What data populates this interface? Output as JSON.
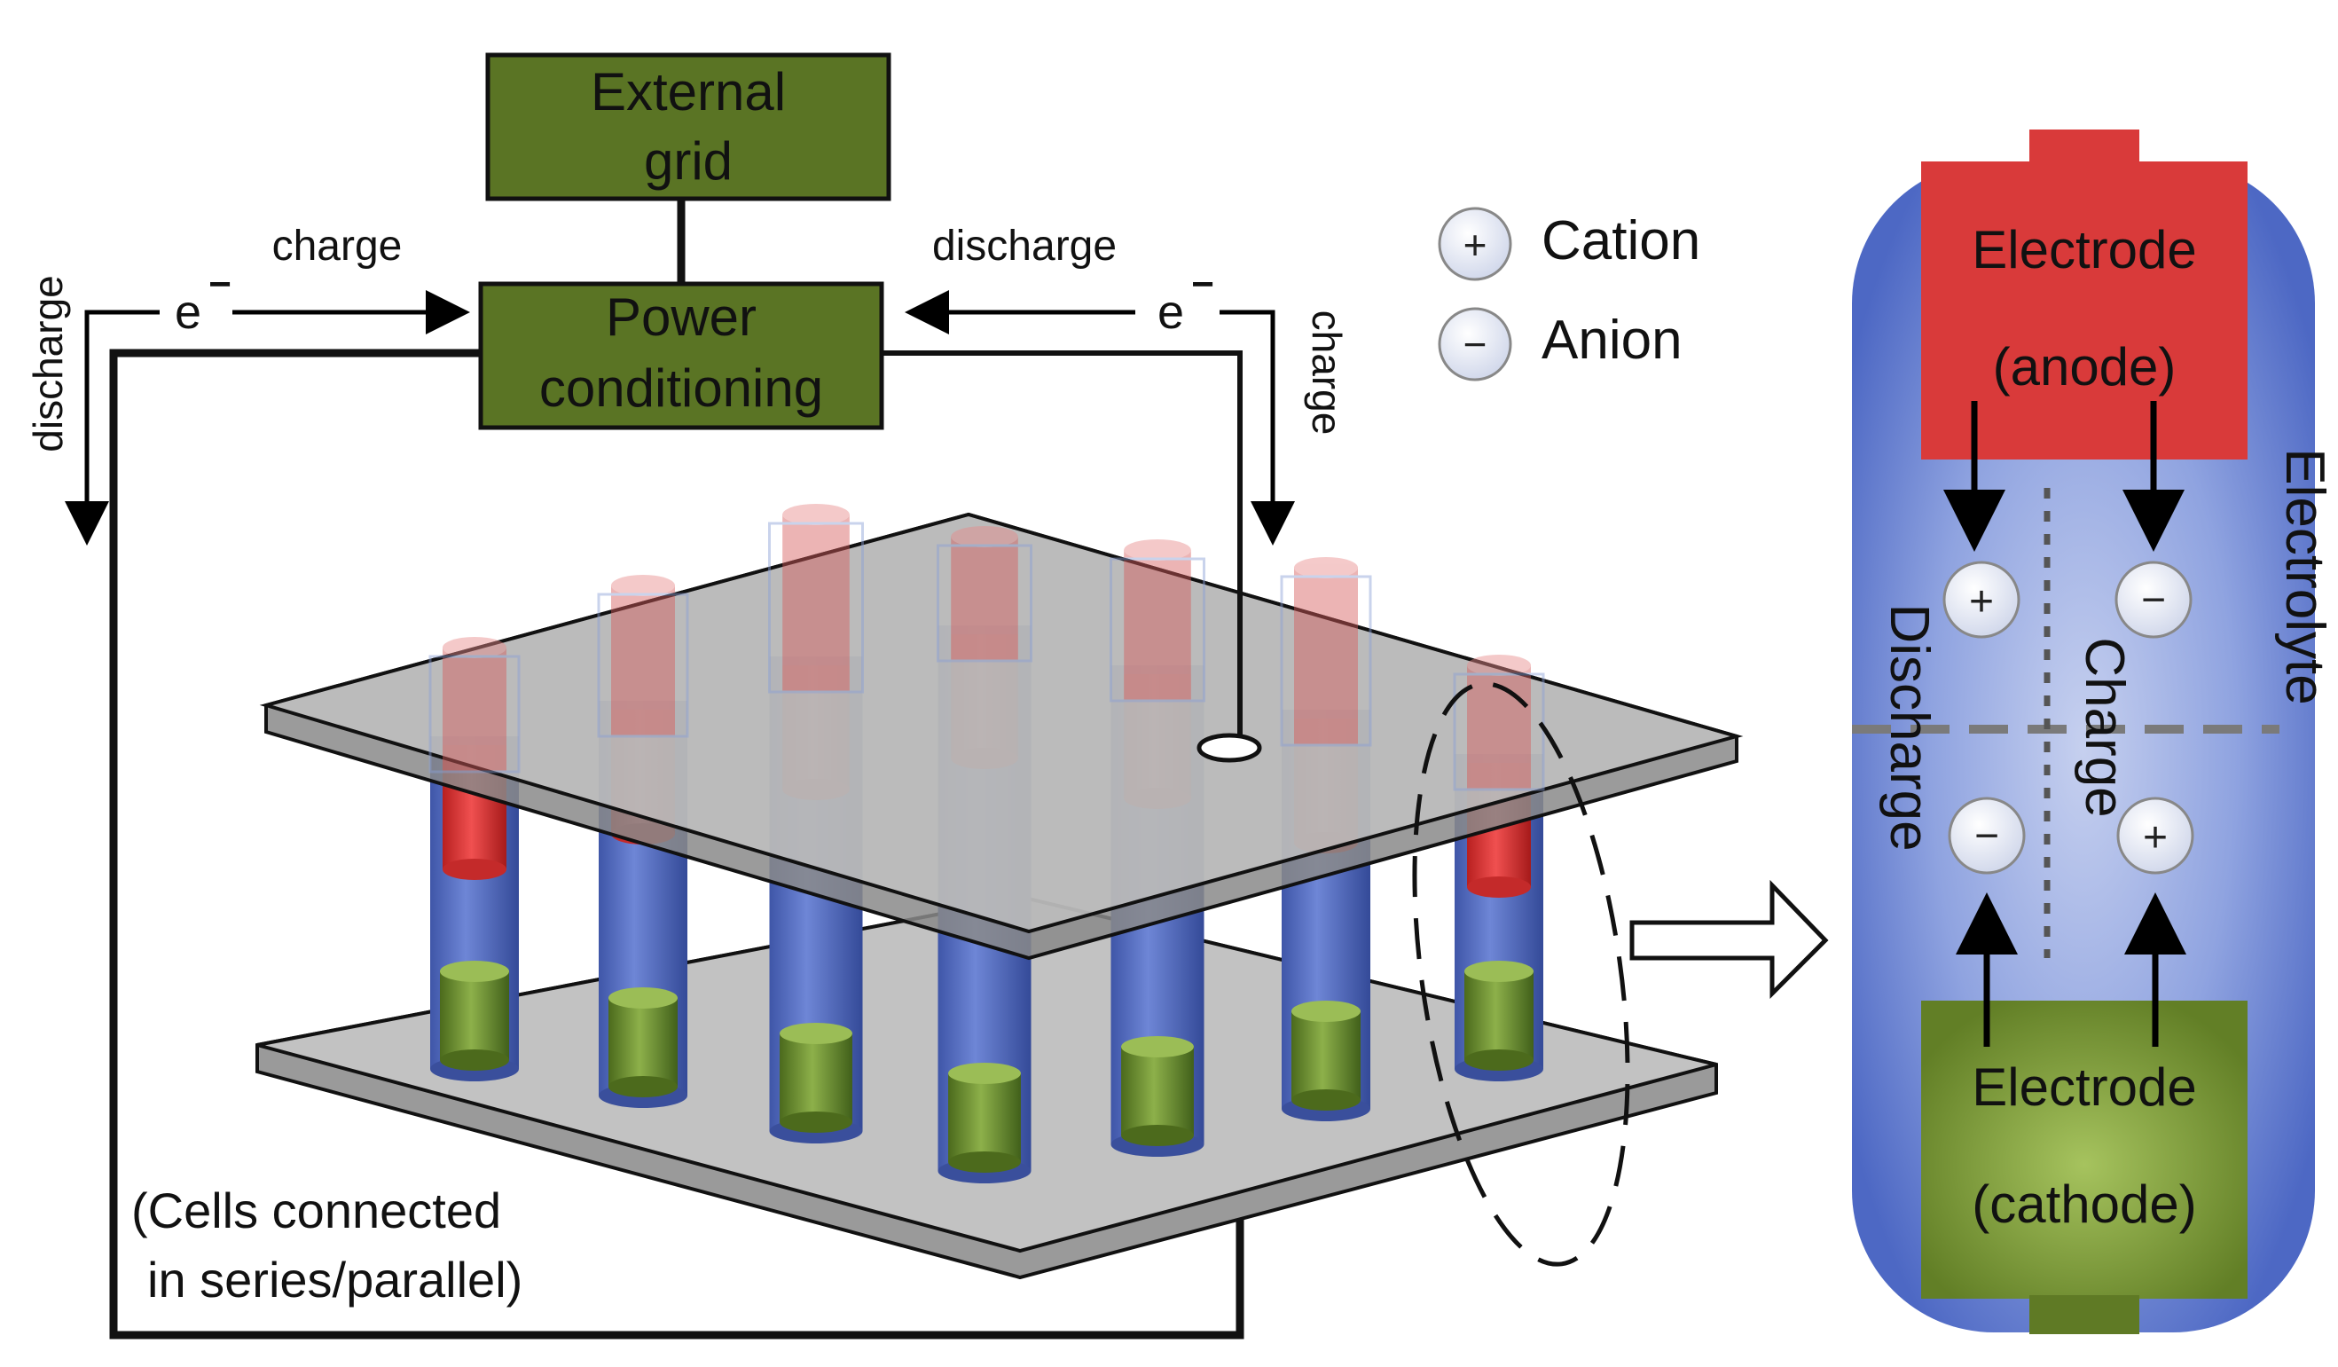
{
  "system": {
    "external_grid": "External grid",
    "external_grid_line1": "External",
    "external_grid_line2": "grid",
    "power_conditioning_line1": "Power",
    "power_conditioning_line2": "conditioning",
    "charge_left": "charge",
    "discharge_right": "discharge",
    "discharge_vertical": "discharge",
    "charge_vertical": "charge",
    "electron": "e",
    "electron_sign": "−",
    "cells_note_line1": "(Cells connected",
    "cells_note_line2": "in series/parallel)"
  },
  "legend": {
    "cation_symbol": "+",
    "cation_label": "Cation",
    "anion_symbol": "−",
    "anion_label": "Anion"
  },
  "cell": {
    "anode_line1": "Electrode",
    "anode_line2": "(anode)",
    "cathode_line1": "Electrode",
    "cathode_line2": "(cathode)",
    "electrolyte": "Electrolyte",
    "discharge": "Discharge",
    "charge": "Charge",
    "ion_plus": "+",
    "ion_minus": "−"
  },
  "colors": {
    "box_green": "#5a7424",
    "anode_red": "#d93a3a",
    "cathode_green": "#6f8a30",
    "electrolyte_blue": "#5a74c8",
    "plate_gray": "#b9b9b9"
  }
}
